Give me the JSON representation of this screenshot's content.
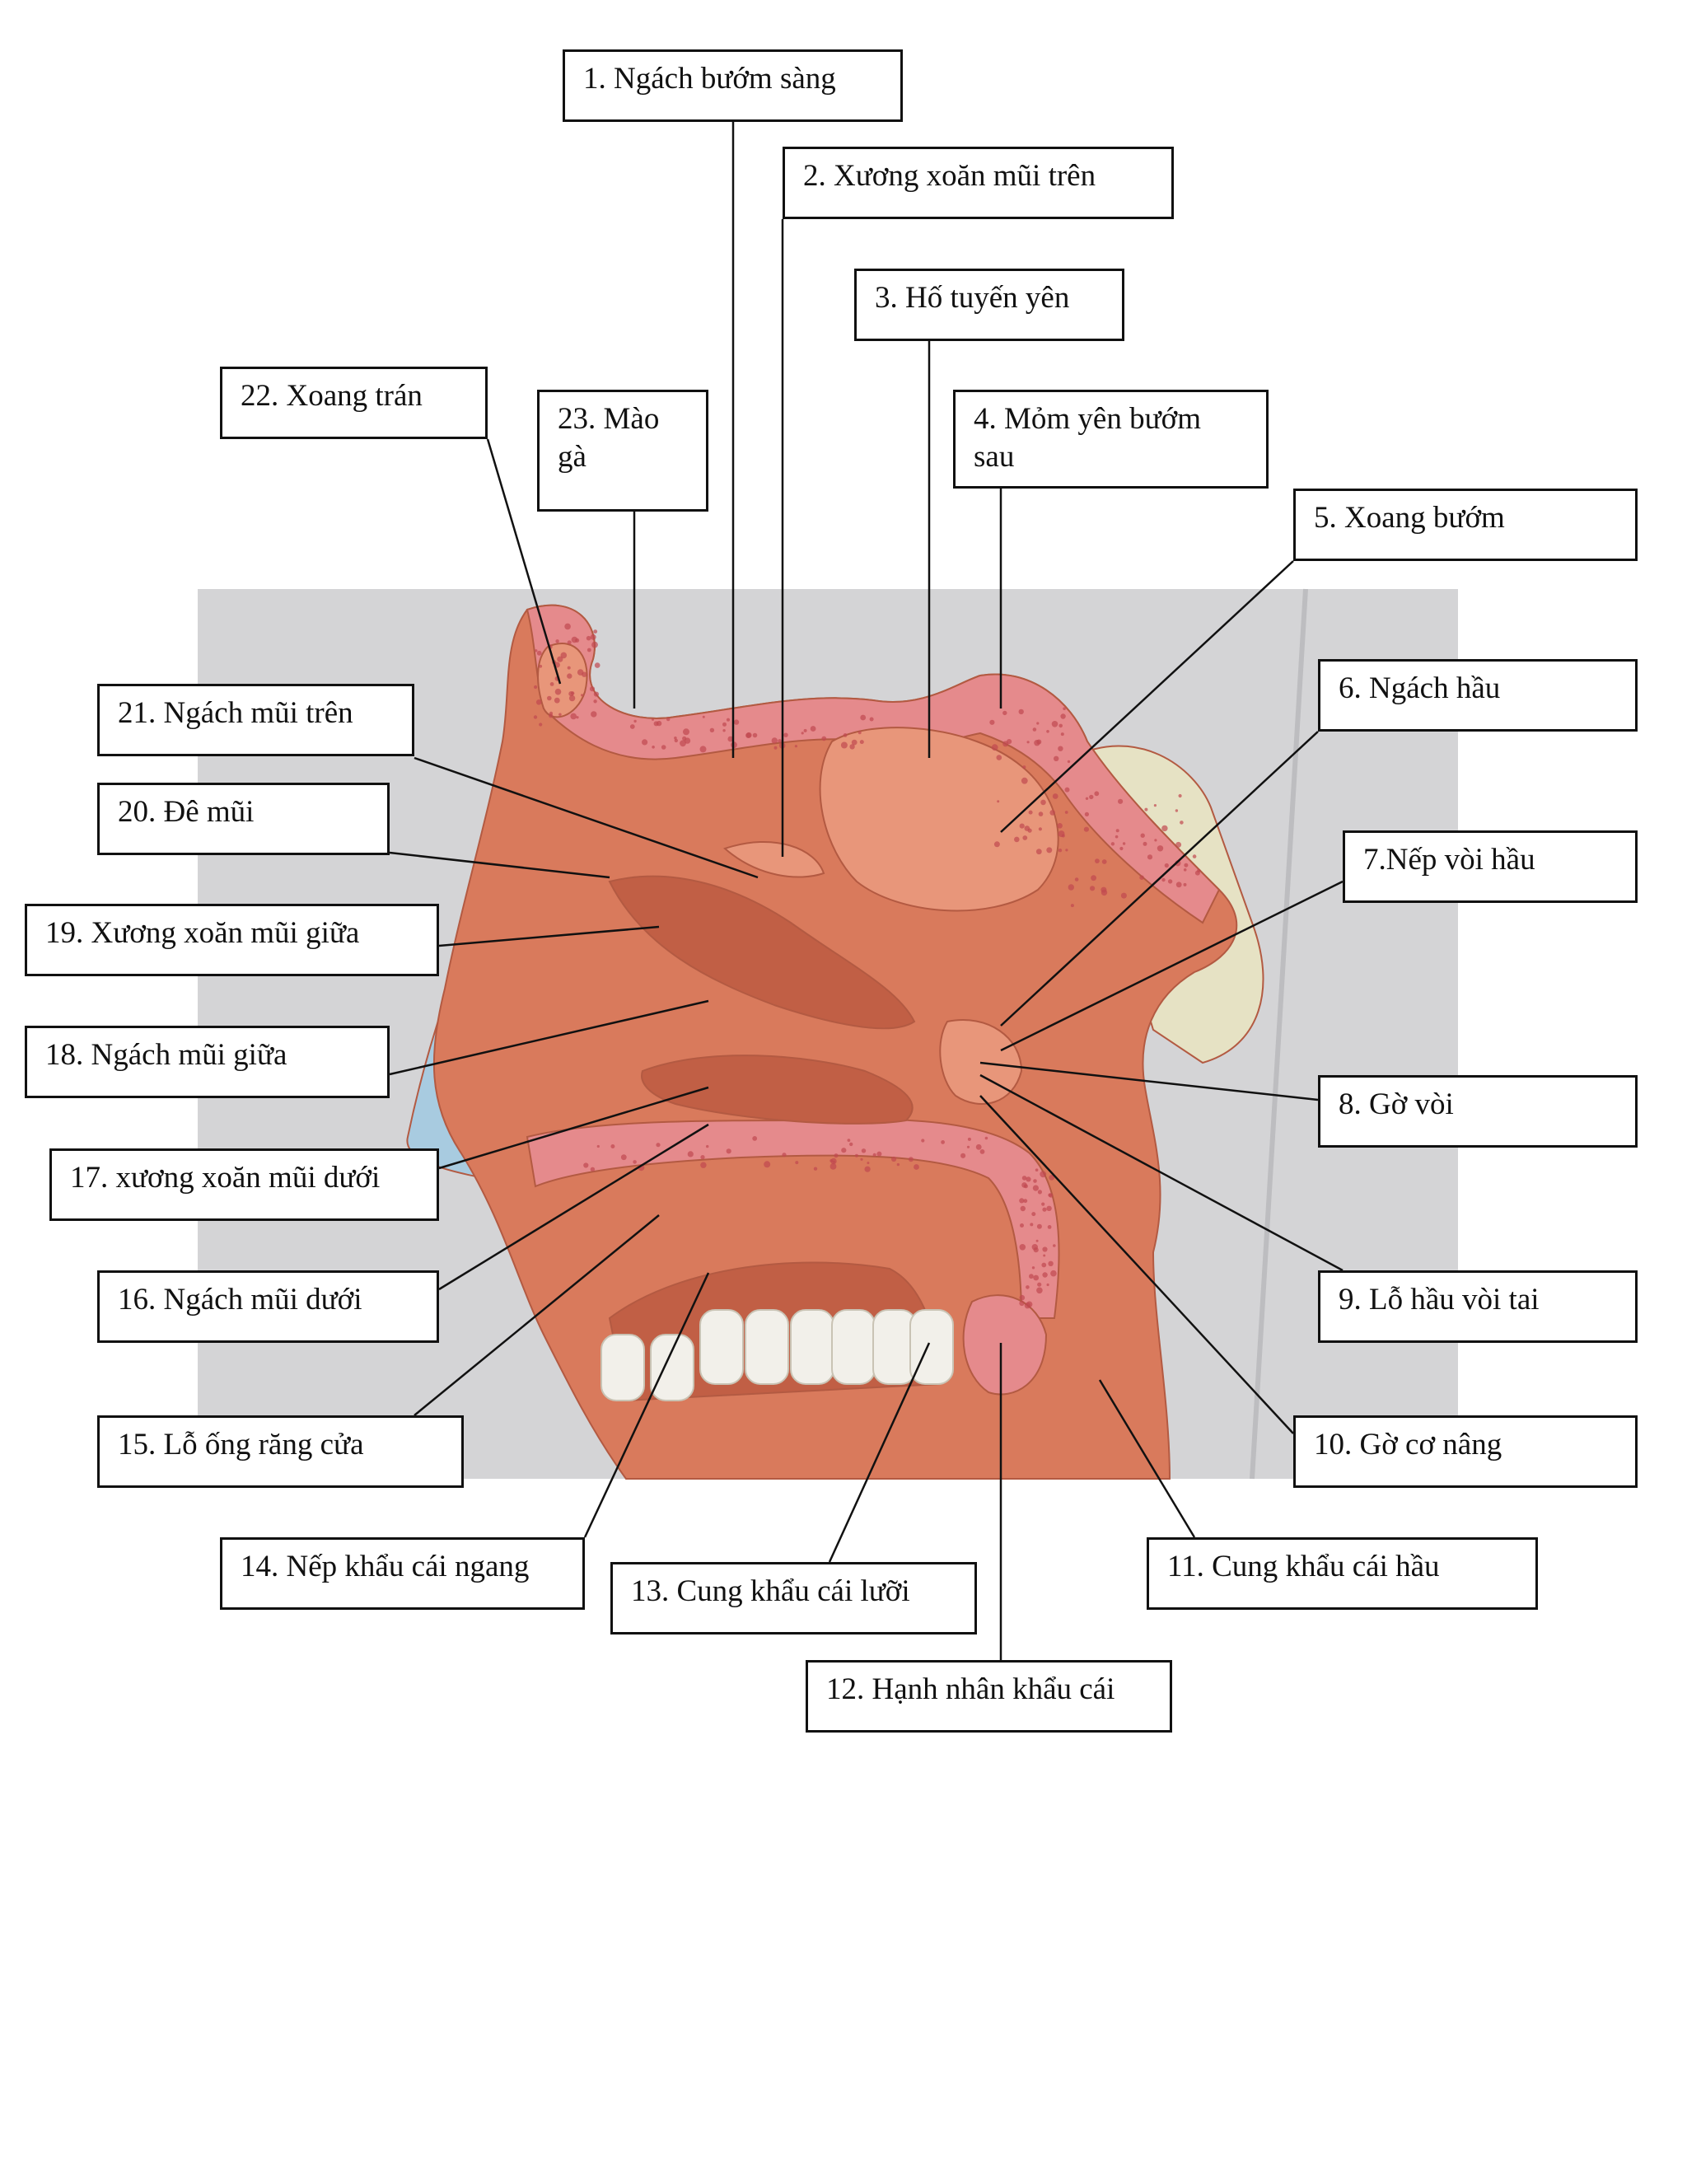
{
  "colors": {
    "backdrop": "#d4d4d6",
    "flesh": "#d97a5c",
    "flesh_dark": "#c15f45",
    "flesh_light": "#e8967a",
    "bone": "#e58a8c",
    "bone_spot": "#c14850",
    "tooth": "#f2f0ea",
    "cartilage": "#a8cbe0",
    "bone_pale": "#e6e2c4",
    "line": "#111111"
  },
  "labels": [
    {
      "id": "1",
      "text": "1. Ngách bướm sàng"
    },
    {
      "id": "2",
      "text": "2. Xương xoăn mũi trên"
    },
    {
      "id": "3",
      "text": "3. Hố tuyến yên"
    },
    {
      "id": "4",
      "text": "4. Mỏm yên bướm sau"
    },
    {
      "id": "5",
      "text": "5. Xoang bướm"
    },
    {
      "id": "6",
      "text": "6. Ngách hầu"
    },
    {
      "id": "7",
      "text": "7.Nếp vòi hầu"
    },
    {
      "id": "8",
      "text": "8. Gờ vòi"
    },
    {
      "id": "9",
      "text": "9. Lỗ hầu vòi tai"
    },
    {
      "id": "10",
      "text": "10. Gờ cơ nâng"
    },
    {
      "id": "11",
      "text": "11. Cung khẩu cái hầu"
    },
    {
      "id": "12",
      "text": "12. Hạnh nhân khẩu cái"
    },
    {
      "id": "13",
      "text": "13. Cung khẩu cái lưỡi"
    },
    {
      "id": "14",
      "text": "14. Nếp khẩu cái ngang"
    },
    {
      "id": "15",
      "text": "15. Lỗ ống răng cửa"
    },
    {
      "id": "16",
      "text": "16. Ngách mũi dưới"
    },
    {
      "id": "17",
      "text": "17. xương xoăn mũi dưới"
    },
    {
      "id": "18",
      "text": "18. Ngách mũi giữa"
    },
    {
      "id": "19",
      "text": "19. Xương xoăn mũi giữa"
    },
    {
      "id": "20",
      "text": "20. Đê mũi"
    },
    {
      "id": "21",
      "text": "21. Ngách mũi trên"
    },
    {
      "id": "22",
      "text": "22. Xoang trán"
    },
    {
      "id": "23",
      "text": "23. Mào gà"
    }
  ]
}
